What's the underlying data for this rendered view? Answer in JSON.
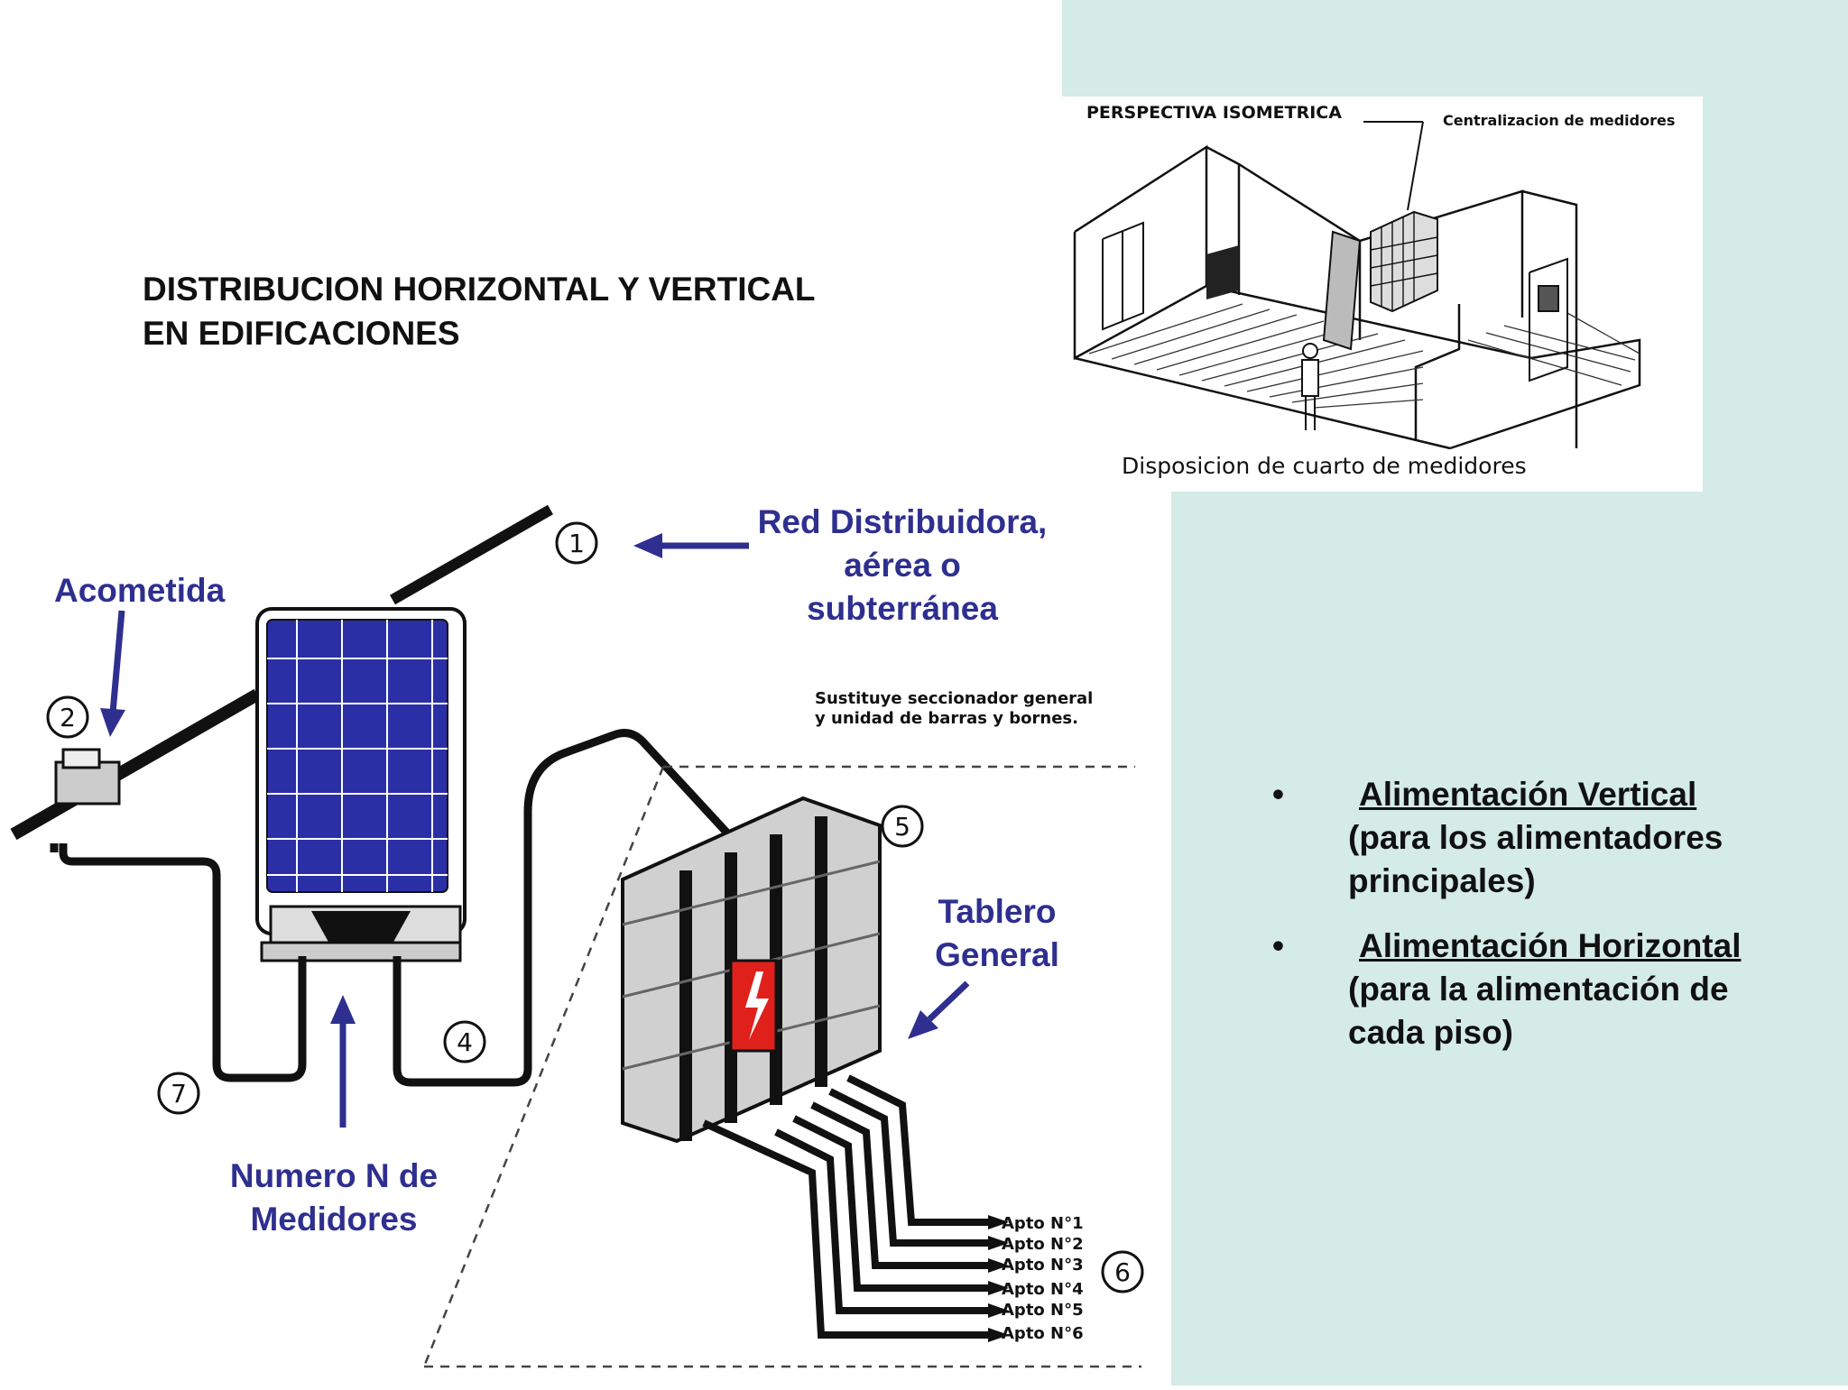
{
  "title": {
    "line1": "DISTRIBUCION HORIZONTAL Y VERTICAL",
    "line2": "EN EDIFICACIONES"
  },
  "isometric": {
    "heading": "PERSPECTIVA  ISOMETRICA",
    "callout": "Centralizacion  de  medidores",
    "caption": "Disposicion  de  cuarto  de  medidores"
  },
  "labels": {
    "acometida": "Acometida",
    "red_line1": "Red Distribuidora,",
    "red_line2": "aérea o",
    "red_line3": "subterránea",
    "tablero_line1": "Tablero",
    "tablero_line2": "General",
    "medidores_line1": "Numero N de",
    "medidores_line2": "Medidores",
    "note_line1": "Sustituye  seccionador  general",
    "note_line2": "y  unidad  de  barras  y  bornes."
  },
  "numbers": [
    "1",
    "2",
    "4",
    "5",
    "6",
    "7"
  ],
  "aptos": [
    "Apto  N°1",
    "Apto  N°2",
    "Apto  N°3",
    "Apto  N°4",
    "Apto  N°5",
    "Apto  N°6"
  ],
  "bullets": [
    {
      "head": "Alimentación Vertical",
      "body": "(para los alimentadores principales)"
    },
    {
      "head": "Alimentación Horizontal",
      "body": "(para la alimentación de cada piso)"
    }
  ],
  "bullet_symbol": "•",
  "colors": {
    "label_blue": "#2e2f8f",
    "meter_blue": "#2b2fa6",
    "panel_bg": "#d4ebe7",
    "warning_red": "#e0201b"
  }
}
